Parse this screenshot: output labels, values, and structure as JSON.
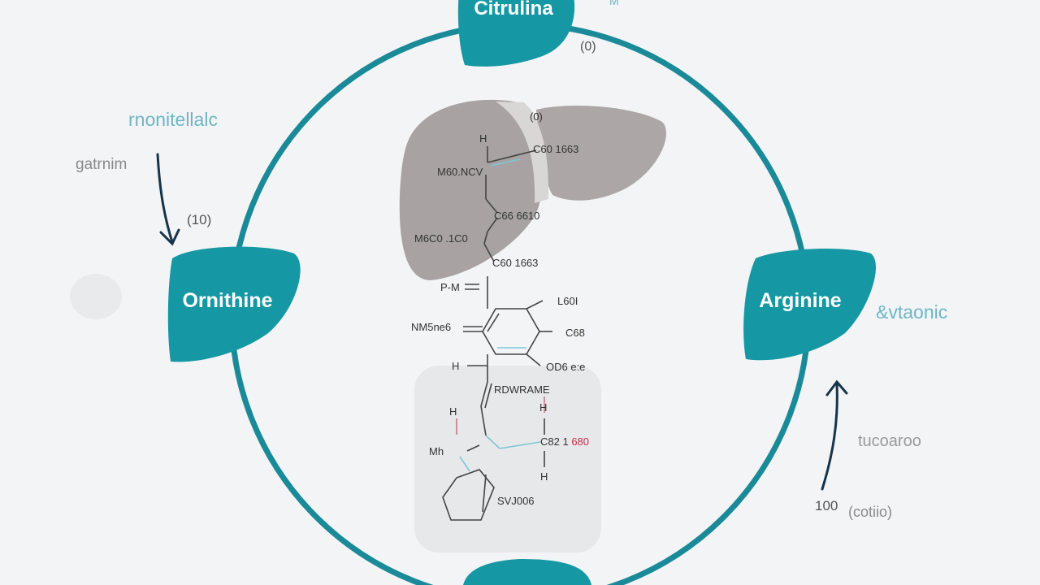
{
  "colors": {
    "ring": "#1a8a99",
    "node_fill": "#1598a3",
    "node_text": "#ffffff",
    "teal_label": "#6fb6c6",
    "grey_label": "#8a8a8a",
    "arrow": "#16344a",
    "organ": "#a8a2a2",
    "bond": "#444444",
    "highlight_bond": "#7ec6d8",
    "red_label": "#c0304a"
  },
  "nodes": {
    "top": "Citrulina",
    "left": "Ornithine",
    "right": "Arginine",
    "bottom": ""
  },
  "labels": {
    "top_right_mark": "(0)",
    "top_corner": "M",
    "left_top_teal": "rnonitellalc",
    "left_grey": "gatrnim",
    "left_paren": "(10)",
    "right_teal": "&vtaonic",
    "right_grey": "tucoaroo",
    "right_bottom_left": "100",
    "right_bottom_right": "(cotiio)"
  },
  "structure": {
    "labels": {
      "h_top": "H",
      "c1": "C60 1663",
      "m_left": "M60.NCV",
      "o_top": "(0)",
      "c2": "C66 6610",
      "m2": "M6C0 .1C0",
      "c3": "C60 1663",
      "pm": "P-M",
      "r1": "L60I",
      "nm": "NM5ne6",
      "r2": "C68",
      "h_mid": "H",
      "r3": "OD6 e:e",
      "rd": "RDWRAME",
      "h_left_lower": "H",
      "h_right_lower": "H",
      "r4": "C82 1",
      "r4_red": "680",
      "mh": "Mh",
      "h_bottom": "H",
      "sv": "SVJ006"
    }
  }
}
